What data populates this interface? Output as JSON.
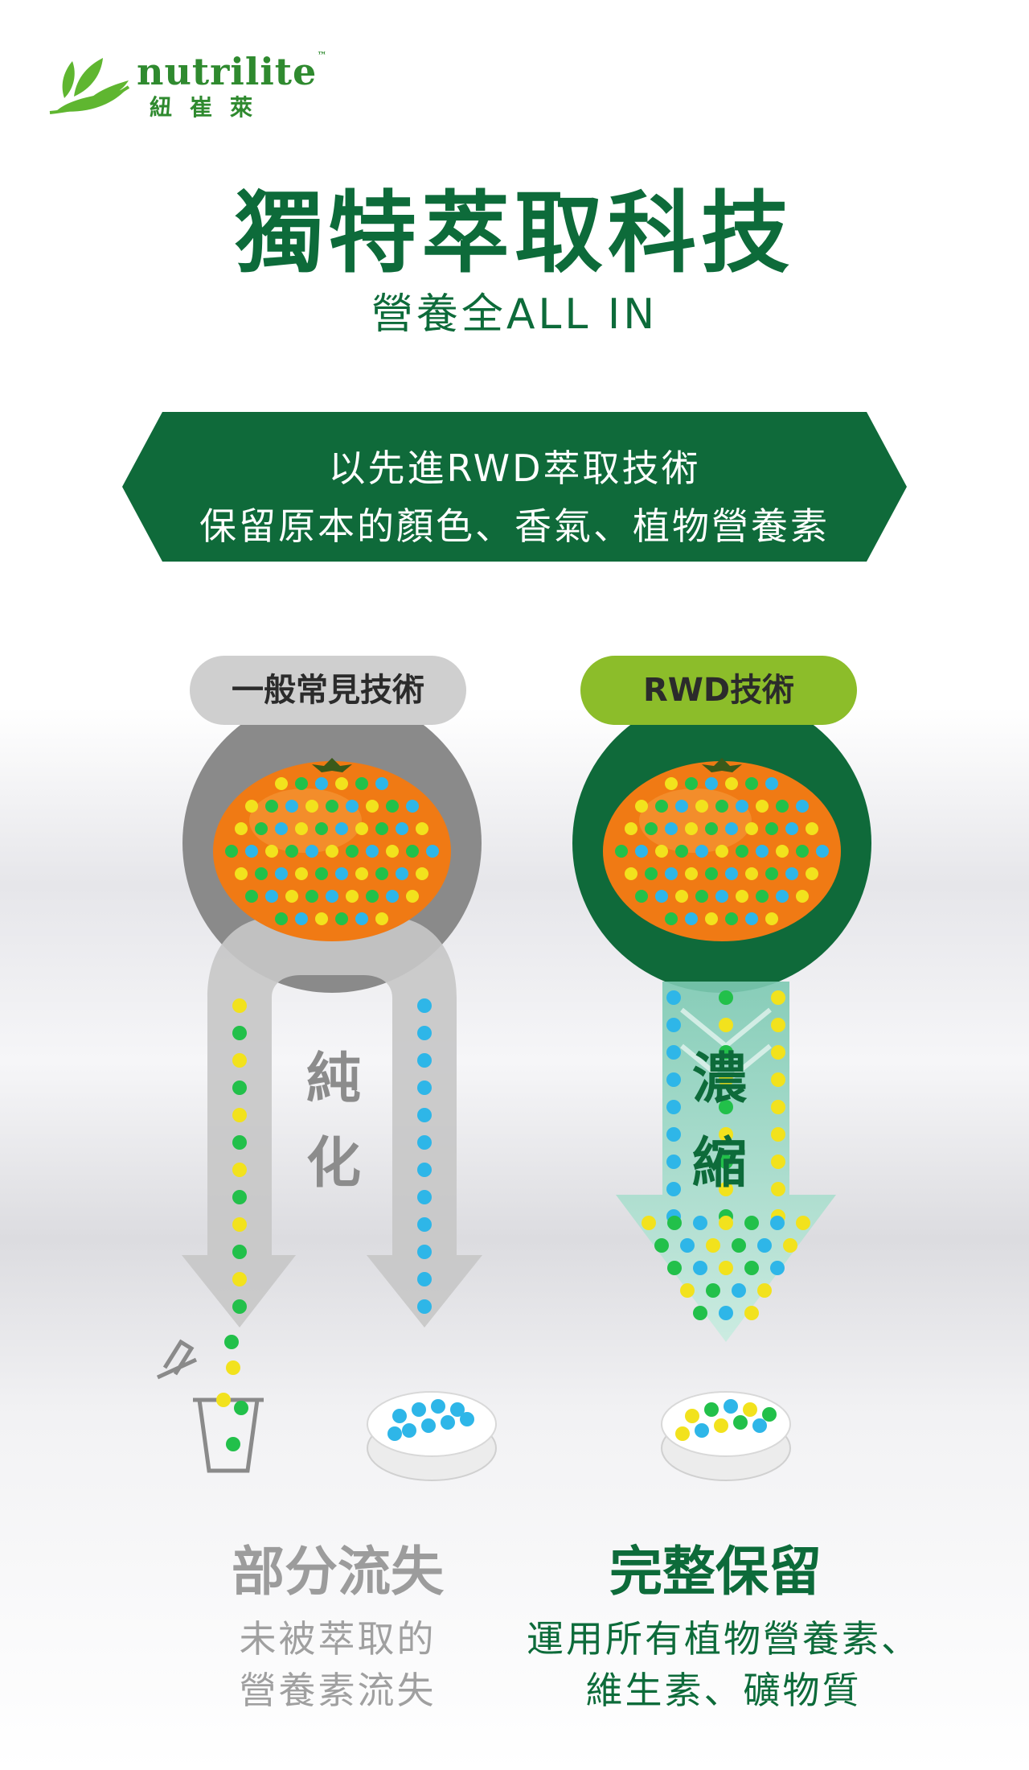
{
  "brand": {
    "name": "nutrilite",
    "tm": "™",
    "name_cn": "紐崔萊",
    "leaf_color": "#5fb630"
  },
  "header": {
    "title": "獨特萃取科技",
    "subtitle": "營養全ALL IN"
  },
  "banner": {
    "line1": "以先進RWD萃取技術",
    "line2": "保留原本的顏色、香氣、植物營養素",
    "color": "#0f6a3a"
  },
  "comparison": {
    "left": {
      "tag": "一般常見技術",
      "process_char1": "純",
      "process_char2": "化",
      "result": "部分流失",
      "desc_line1": "未被萃取的",
      "desc_line2": "營養素流失",
      "accent": "#8a8a8a"
    },
    "right": {
      "tag": "RWD技術",
      "process_char1": "濃",
      "process_char2": "縮",
      "result": "完整保留",
      "desc_line1": "運用所有植物營養素、",
      "desc_line2": "維生素、礦物質",
      "accent": "#0f6a3a"
    }
  },
  "colors": {
    "dot_yellow": "#f2e21d",
    "dot_green": "#22c04a",
    "dot_blue": "#2eb6e8",
    "orange": "#f07a14"
  }
}
